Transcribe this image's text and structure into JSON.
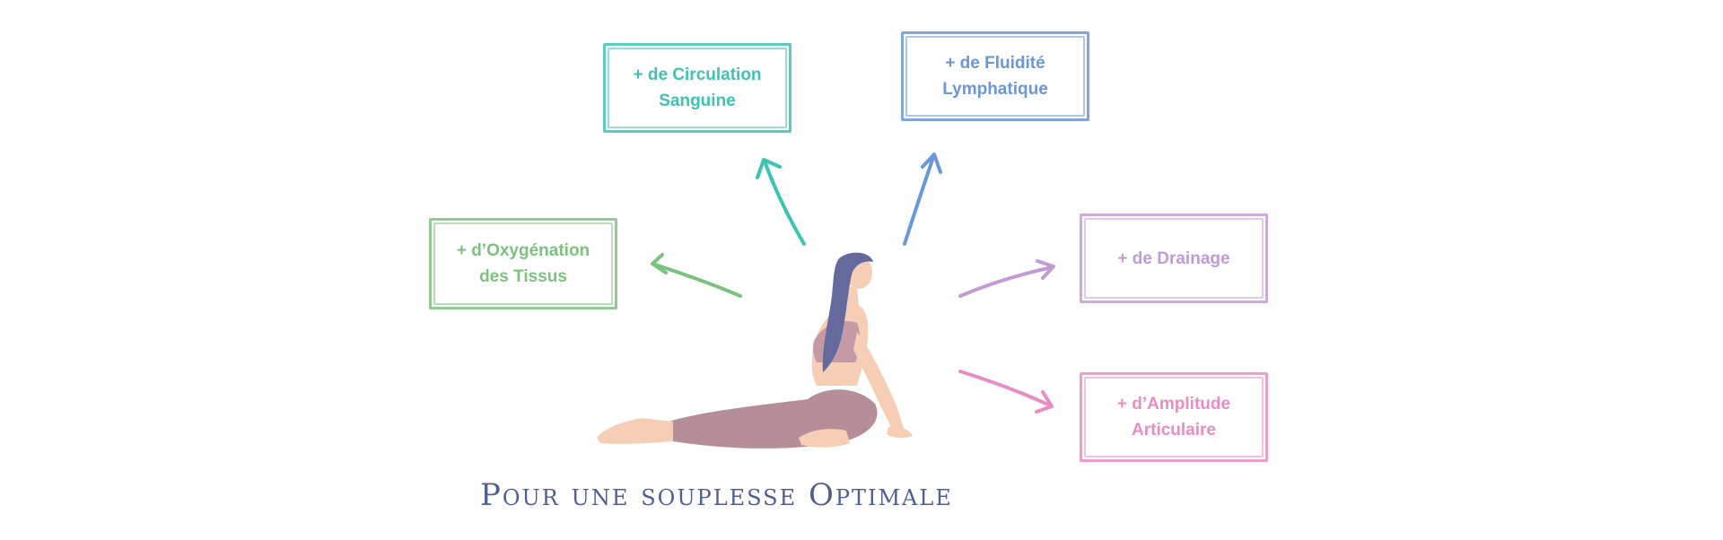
{
  "boxes": {
    "circulation": {
      "label": "+ de Circulation\nSanguine",
      "color": "#3cc3b4"
    },
    "fluidite": {
      "label": "+ de Fluidité\nLymphatique",
      "color": "#6b96d8"
    },
    "oxygenation": {
      "label": "+ d’Oxygénation\ndes Tissus",
      "color": "#7cc27f"
    },
    "drainage": {
      "label": "+ de Drainage",
      "color": "#c49ad6"
    },
    "amplitude": {
      "label": "+ d’Amplitude\nArticulaire",
      "color": "#ea8cc4"
    }
  },
  "caption": {
    "text": "Pour une souplesse Optimale",
    "color": "#4f5f96"
  },
  "figure": {
    "icon": "yoga-pigeon-pose-woman-icon",
    "hair_color": "#656a9c",
    "skin_color": "#f6cdb5",
    "top_color": "#c49aa6",
    "leggings_color": "#b58e97"
  }
}
